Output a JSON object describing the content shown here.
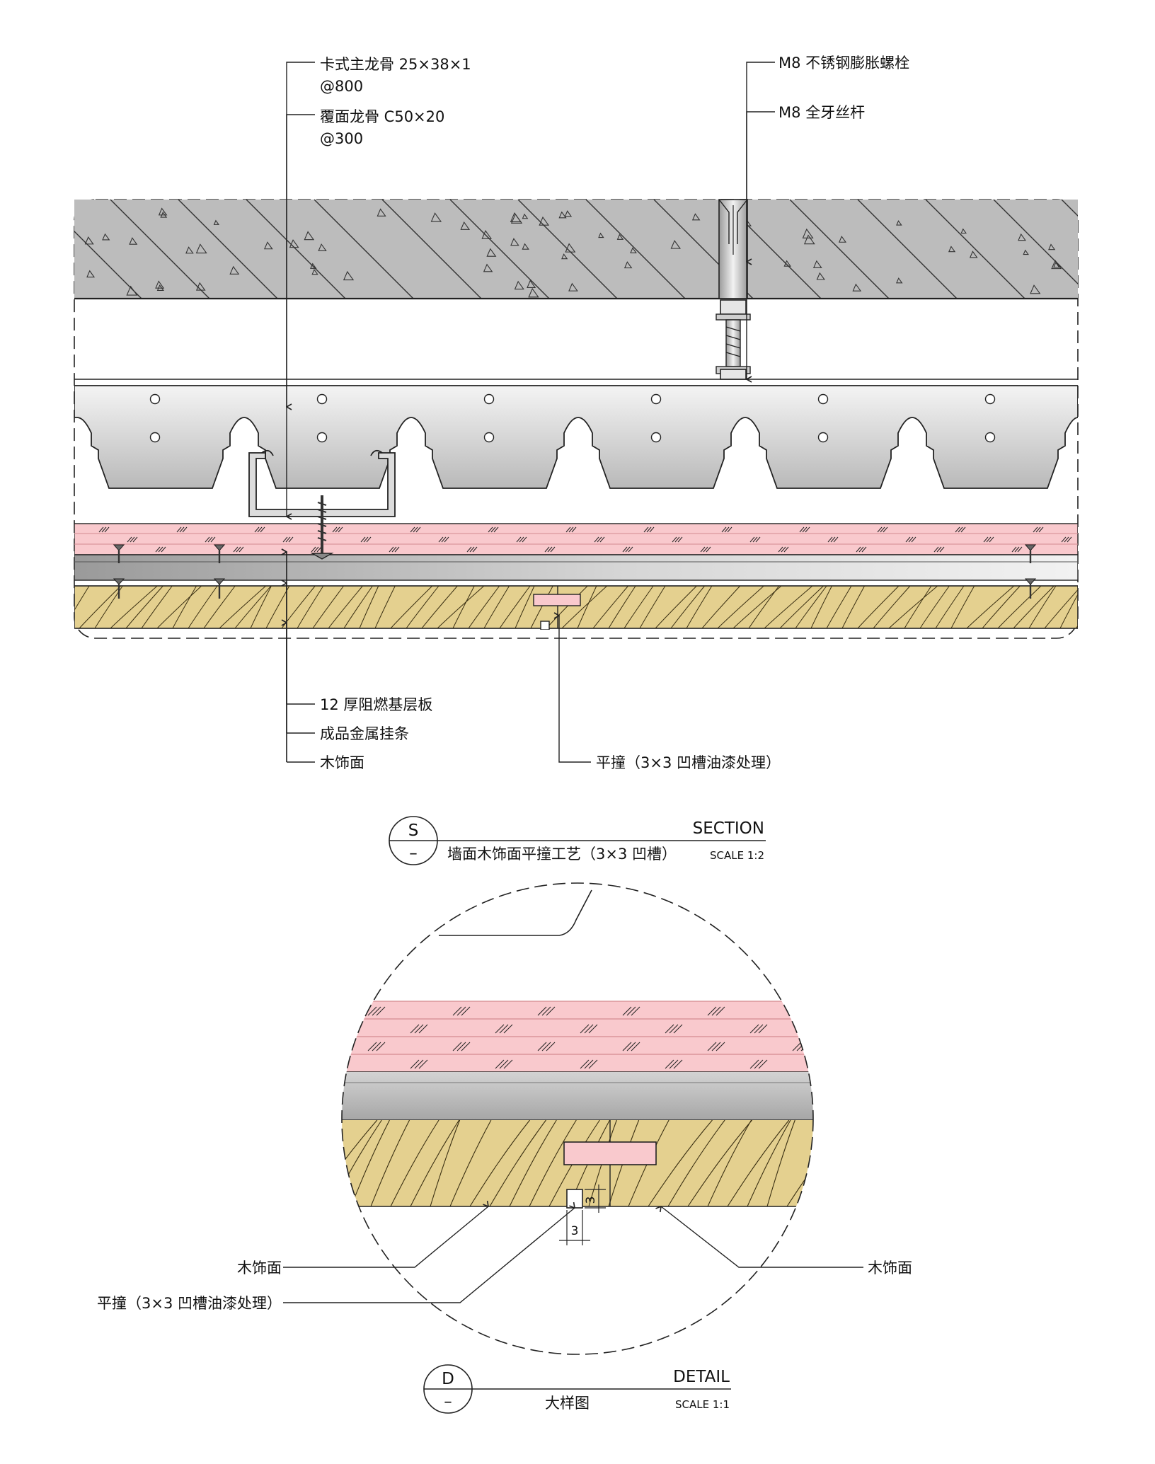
{
  "section": {
    "labels": {
      "main_keel": "卡式主龙骨 25×38×1",
      "main_keel_spacing": "@800",
      "cover_keel": "覆面龙骨 C50×20",
      "cover_keel_spacing": "@300",
      "bolt": "M8 不锈钢膨胀螺栓",
      "rod": "M8 全牙丝杆",
      "base_board": "12 厚阻燃基层板",
      "metal_strip": "成品金属挂条",
      "wood_face": "木饰面",
      "flat_joint": "平撞（3×3 凹槽油漆处理）"
    },
    "title": {
      "symbol": "S",
      "sub_symbol": "–",
      "kind": "SECTION",
      "name": "墙面木饰面平撞工艺（3×3 凹槽）",
      "scale": "SCALE 1:2"
    }
  },
  "detail": {
    "labels": {
      "wood_face_left": "木饰面",
      "flat_joint": "平撞（3×3 凹槽油漆处理）",
      "wood_face_right": "木饰面",
      "dim_h": "3",
      "dim_v": "3"
    },
    "title": {
      "symbol": "D",
      "sub_symbol": "–",
      "kind": "DETAIL",
      "name": "大样图",
      "scale": "SCALE 1:1"
    }
  },
  "colors": {
    "concrete": "#bcbcbc",
    "metal_light": "#f2f2f2",
    "metal_dark": "#b8b8b8",
    "board_pink": "#f9c9cd",
    "wood": "#e4d08f",
    "line": "#222222"
  }
}
